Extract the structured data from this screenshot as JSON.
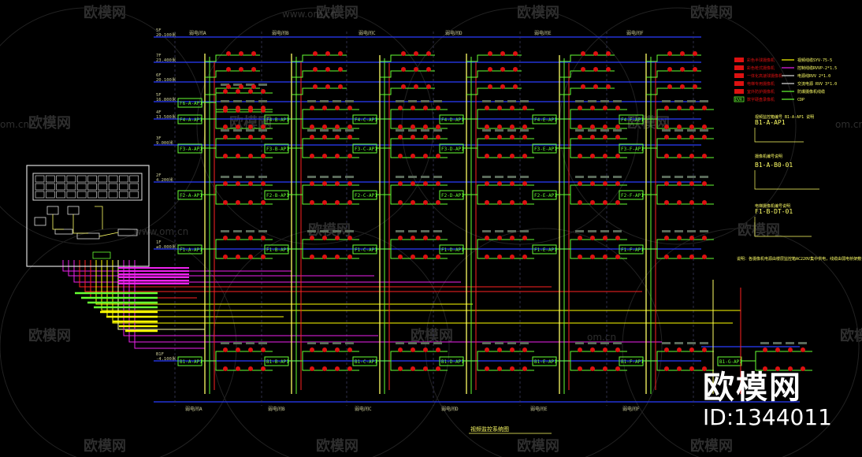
{
  "watermarks": {
    "brand_cn": "欧模网",
    "site": "www.om.cn",
    "site_short": "om.cn"
  },
  "floors": [
    {
      "code": "5F",
      "elev": "20.100米"
    },
    {
      "code": "7F",
      "elev": "23.400米"
    },
    {
      "code": "6F",
      "elev": "20.100米"
    },
    {
      "code": "5F",
      "elev": "16.800米"
    },
    {
      "code": "4F",
      "elev": "13.500米"
    },
    {
      "code": "3F",
      "elev": "9.000米"
    },
    {
      "code": "2F",
      "elev": "4.200米"
    },
    {
      "code": "1F",
      "elev": "±0.000米"
    },
    {
      "code": "B1F",
      "elev": "-4.100米"
    }
  ],
  "wells": [
    "弱电间A",
    "弱电间B",
    "弱电间C",
    "弱电间D",
    "弱电间E",
    "弱电间F"
  ],
  "panels": {
    "A": [
      "F6-A-AP1",
      "F4-A-AP1",
      "F3-A-AP1",
      "F2-A-AP1",
      "F1-A-AP1",
      "B1-A-AP1"
    ],
    "B": [
      "F4-B-AP1",
      "F3-B-AP1",
      "F2-B-AP1",
      "F1-B-AP1",
      "B1-B-AP1"
    ],
    "C": [
      "F4-C-AP1",
      "F3-C-AP1",
      "F2-C-AP1",
      "F1-C-AP1",
      "B1-C-AP1"
    ],
    "D": [
      "F4-D-AP1",
      "F3-D-AP1",
      "F2-D-AP1",
      "F1-D-AP1",
      "B1-D-AP1"
    ],
    "E": [
      "F4-E-AP1",
      "F3-E-AP1",
      "F2-E-AP1",
      "F1-E-AP1",
      "B1-E-AP1"
    ],
    "F": [
      "F4-F-AP1",
      "F3-F-AP1",
      "F2-F-AP1",
      "F1-F-AP1",
      "B1-F-AP1"
    ],
    "G": [
      "B1-G-AP1"
    ]
  },
  "legend": [
    {
      "sym": "",
      "desc": "彩色半球摄像机",
      "cable": "视频线缆SYV-75-5"
    },
    {
      "sym": "",
      "desc": "彩色枪式摄像机",
      "cable": "控制线缆RVVP-2*1.5"
    },
    {
      "sym": "",
      "desc": "一体化高速球摄像机",
      "cable": "电源线RVV 2*1.0"
    },
    {
      "sym": "",
      "desc": "电梯专用摄像机",
      "cable": "交流电源 RVV 3*1.0"
    },
    {
      "sym": "",
      "desc": "室外防护摄像机",
      "cable": "防爆摄像机线缆"
    },
    {
      "sym": "DVR",
      "desc": "数字硬盘录像机",
      "cable": "CDP"
    }
  ],
  "notes": [
    "B1-A-AP1",
    "视频监控箱编号 B1-A-AP1 说明",
    "B1-A-B0-01",
    "摄像机编号说明",
    "F1-B-DT-01",
    "电梯摄像机编号说明",
    "说明：各摄像机电源由楼层监控箱AC220V集中供电，线缆由弱电桥架敷设"
  ],
  "title": "视频监控系统图",
  "brand_overlay": {
    "cn": "欧模网",
    "id": "ID:1344011"
  },
  "colors": {
    "floor_line": "#2a3cff",
    "riser": "#ffff66",
    "branch": "#66ff33",
    "camera": "#dd1111",
    "video": "#ff2222",
    "control": "#ee22ee",
    "power": "#ffff00",
    "label": "#cccc99"
  }
}
